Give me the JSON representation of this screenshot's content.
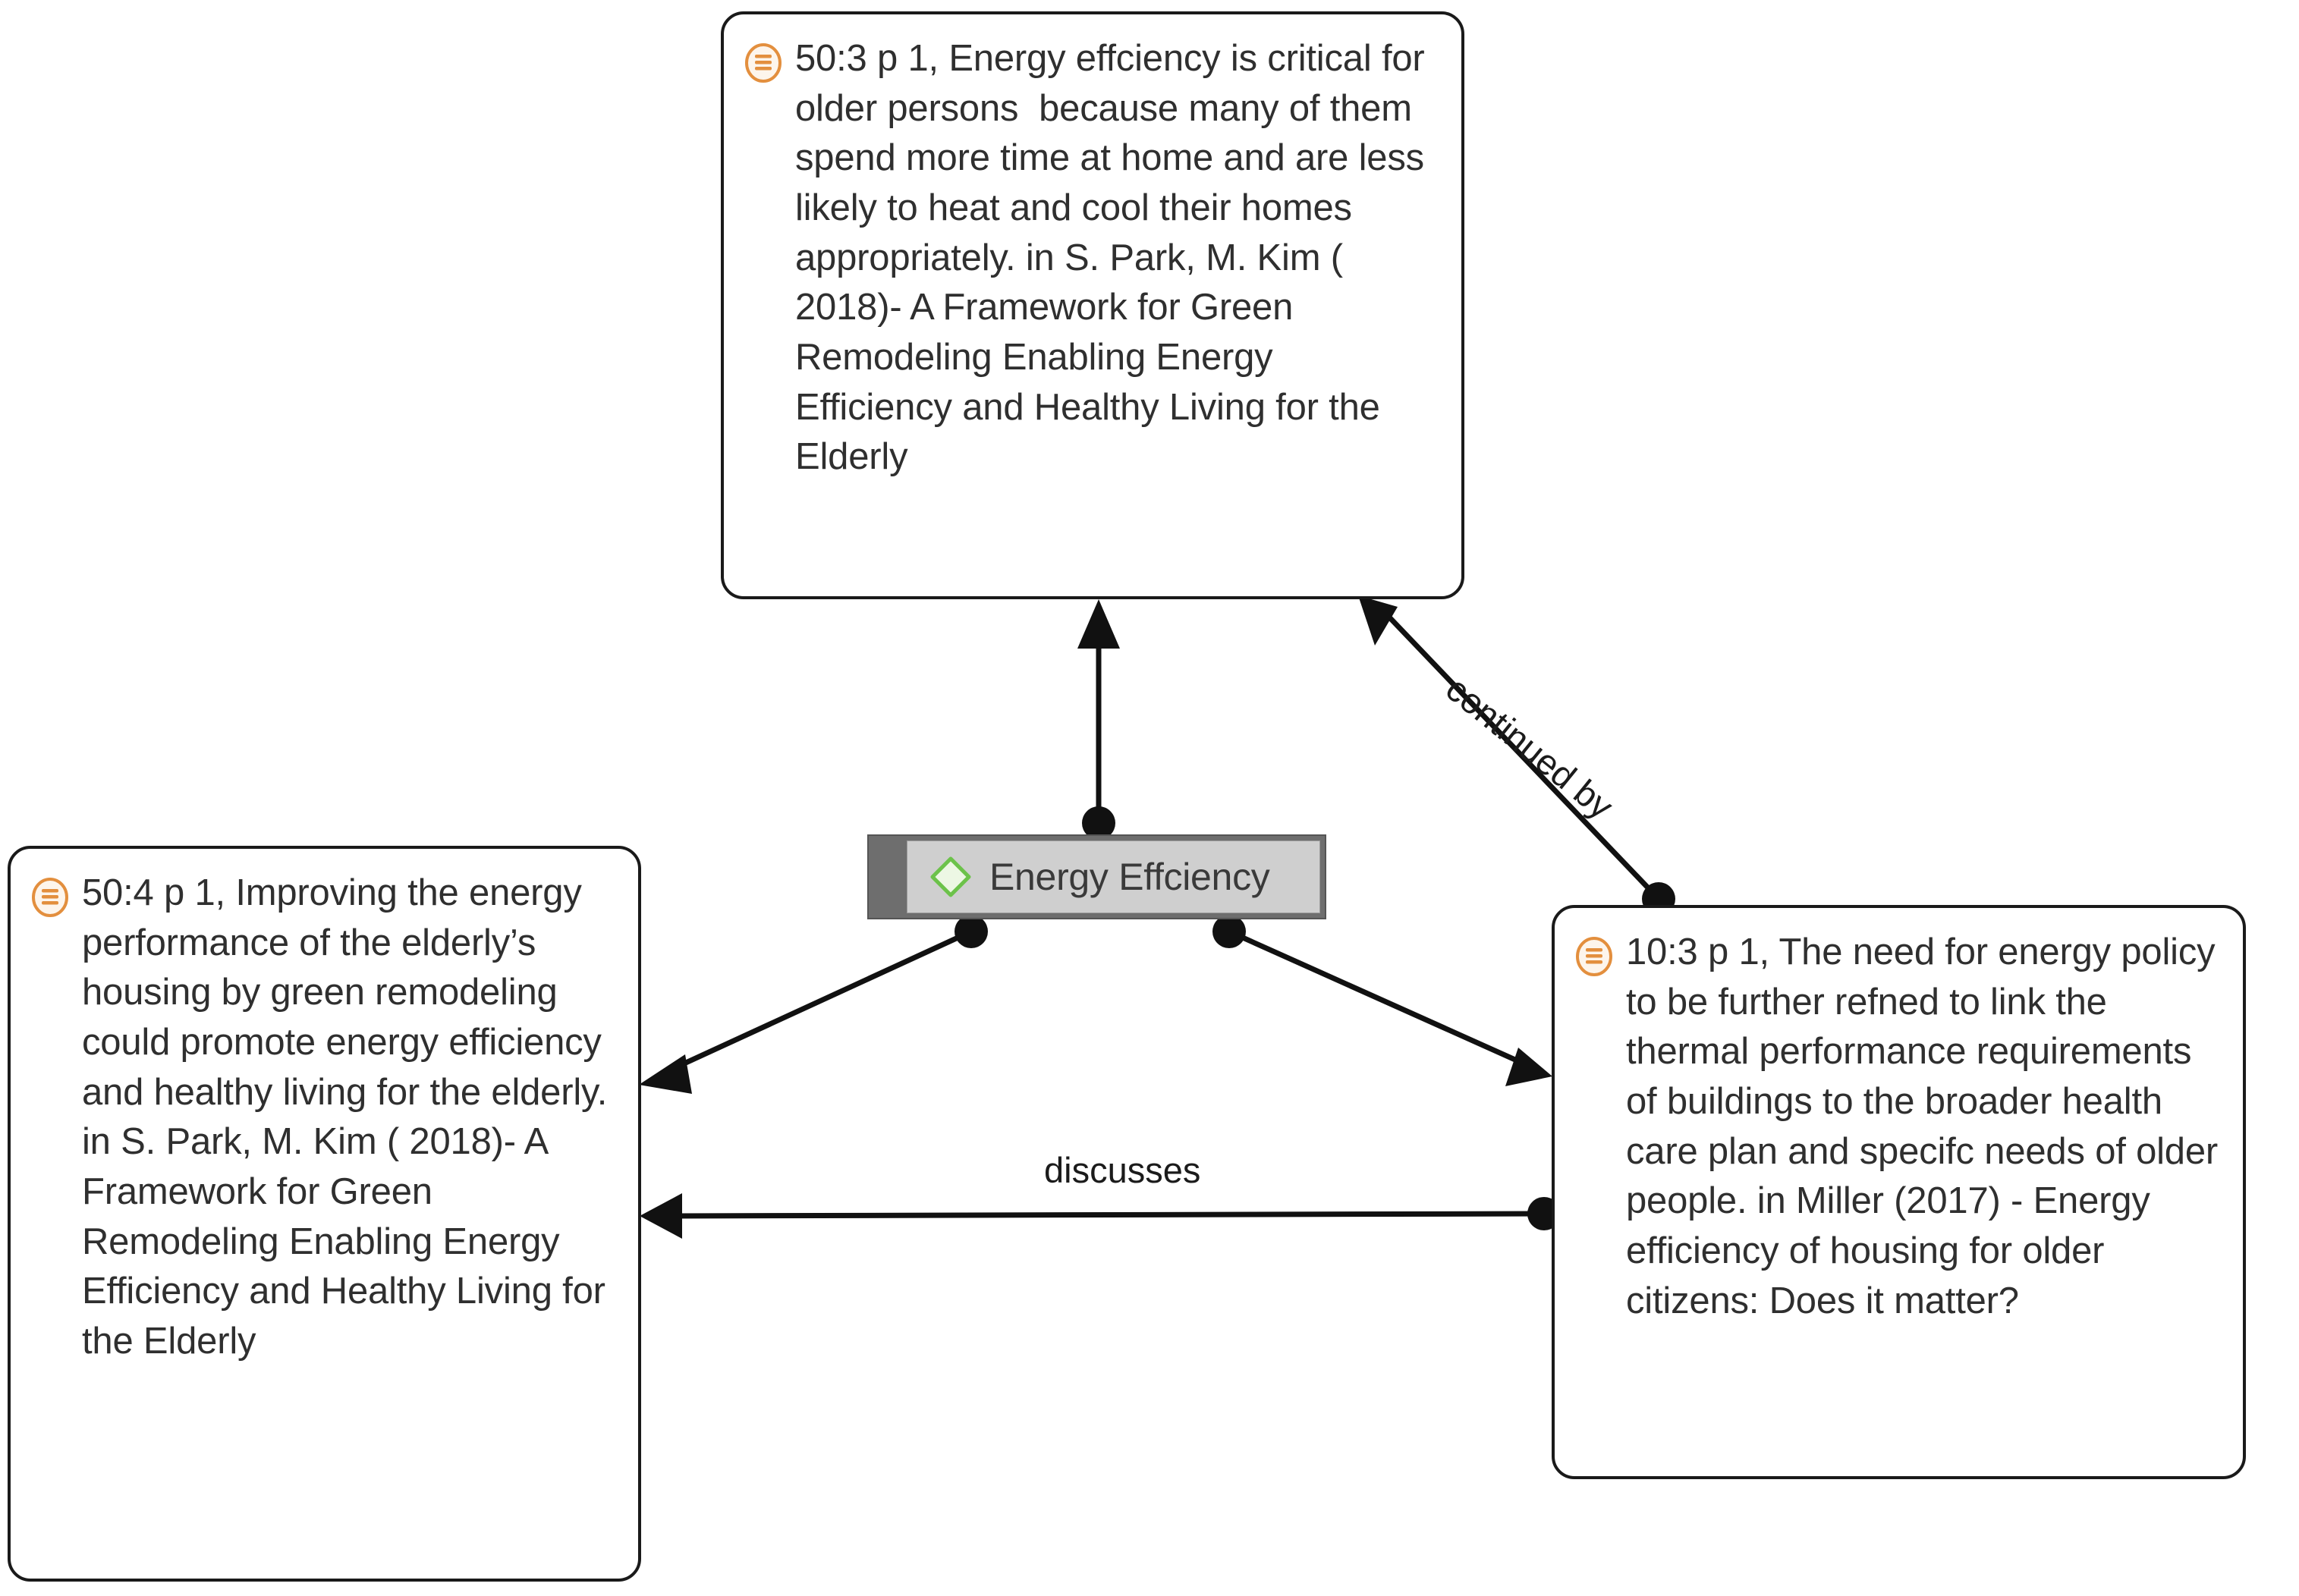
{
  "diagram": {
    "type": "network-graph",
    "title": "Energy Effciency code-quotation network",
    "background_color": "#ffffff",
    "nodes": [
      {
        "id": "quote-50-3",
        "kind": "quotation",
        "icon": "quotation-document-icon",
        "icon_color": "#e38f3e",
        "text": "50:3 p 1, Energy effciency is critical for older persons  because many of them spend more time at home and are less likely to heat and cool their homes  appropriately. in S. Park, M. Kim ( 2018)- A Framework for Green Remodeling Enabling Energy Efficiency and Healthy Living for the Elderly",
        "position": "top-center"
      },
      {
        "id": "quote-50-4",
        "kind": "quotation",
        "icon": "quotation-document-icon",
        "icon_color": "#e38f3e",
        "text": "50:4 p 1, Improving the energy performance of the elderly’s housing by green remodeling could promote energy efficiency and healthy living for the elderly. in S. Park, M. Kim ( 2018)- A Framework for Green Remodeling Enabling Energy Efficiency and Healthy Living for the Elderly",
        "position": "bottom-left"
      },
      {
        "id": "quote-10-3",
        "kind": "quotation",
        "icon": "quotation-document-icon",
        "icon_color": "#e38f3e",
        "text": "10:3 p 1, The need for energy policy to be further refned to link the  thermal performance requirements of buildings to the broader health care plan and specifc needs of older  people. in Miller (2017) - Energy efficiency of housing for older citizens: Does it matter?",
        "position": "bottom-right"
      },
      {
        "id": "code-energy-efficiency",
        "kind": "code",
        "icon": "green-diamond-icon",
        "icon_color": "#6cc24a",
        "label": "Energy Effciency",
        "strip_color": "#6e6e6e",
        "body_color": "#cfcfcf",
        "position": "center"
      }
    ],
    "edges": [
      {
        "id": "edge-code-to-50-3",
        "from": "code-energy-efficiency",
        "to": "quote-50-3",
        "label": "",
        "arrow": "target"
      },
      {
        "id": "edge-code-to-50-4",
        "from": "code-energy-efficiency",
        "to": "quote-50-4",
        "label": "",
        "arrow": "target"
      },
      {
        "id": "edge-code-to-10-3",
        "from": "code-energy-efficiency",
        "to": "quote-10-3",
        "label": "",
        "arrow": "target"
      },
      {
        "id": "edge-continued-by",
        "from": "quote-10-3",
        "to": "quote-50-3",
        "label": "continued by",
        "arrow": "target"
      },
      {
        "id": "edge-discusses",
        "from": "quote-10-3",
        "to": "quote-50-4",
        "label": "discusses",
        "arrow": "target"
      }
    ],
    "labels": {
      "continued_by": "continued by",
      "discusses": "discusses"
    },
    "colors": {
      "edge": "#111111",
      "box_border": "#1a1a1a",
      "text": "#2f2f2f",
      "icon_orange": "#e38f3e",
      "icon_green": "#6cc24a",
      "node_strip": "#6e6e6e",
      "node_body": "#cfcfcf"
    }
  }
}
